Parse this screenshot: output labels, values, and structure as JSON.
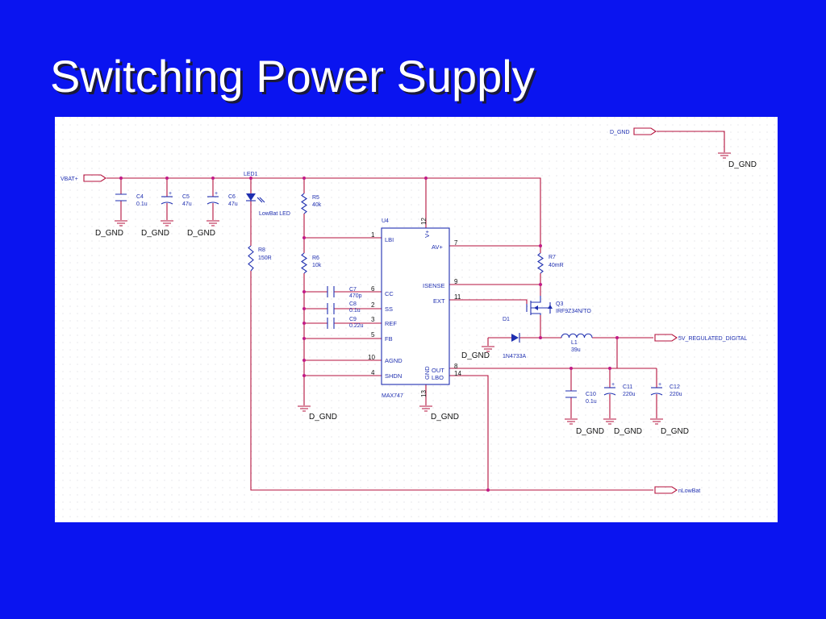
{
  "slide": {
    "title": "Switching Power Supply"
  },
  "schematic": {
    "ports": {
      "vbat": "VBAT+",
      "dgnd_top": "D_GND",
      "out_5v": "5V_REGULATED_DIGITAL",
      "nlowbat": "nLowBat"
    },
    "ground_label": "D_GND",
    "led": {
      "ref": "LED1",
      "name": "LowBat LED"
    },
    "ic": {
      "ref": "U4",
      "part": "MAX747",
      "pins": {
        "lbi": "LBI",
        "avp": "AV+",
        "isense": "ISENSE",
        "ext": "EXT",
        "cc": "CC",
        "ss": "SS",
        "ref": "REF",
        "fb": "FB",
        "agnd": "AGND",
        "shdn": "SHDN",
        "out": "OUT",
        "lbo": "LBO",
        "gnd": "GND",
        "vp": "V+"
      },
      "pin_numbers": {
        "lbi": "1",
        "vp": "12",
        "avp": "7",
        "isense": "9",
        "ext": "11",
        "cc": "6",
        "ss": "2",
        "ref": "3",
        "fb": "5",
        "agnd": "10",
        "shdn": "4",
        "out": "8",
        "lbo": "14",
        "gnd": "13"
      }
    },
    "components": {
      "c4": {
        "ref": "C4",
        "value": "0.1u"
      },
      "c5": {
        "ref": "C5",
        "value": "47u"
      },
      "c6": {
        "ref": "C6",
        "value": "47u"
      },
      "r5": {
        "ref": "R5",
        "value": "40k"
      },
      "r6": {
        "ref": "R6",
        "value": "10k"
      },
      "r8": {
        "ref": "R8",
        "value": "150R"
      },
      "c7": {
        "ref": "C7",
        "value": "470p"
      },
      "c8": {
        "ref": "C8",
        "value": "0.1u"
      },
      "c9": {
        "ref": "C9",
        "value": "0.22u"
      },
      "r7": {
        "ref": "R7",
        "value": "40mR"
      },
      "q3": {
        "ref": "Q3",
        "value": "IRF9Z34N/TO"
      },
      "d1": {
        "ref": "D1",
        "value": "1N4733A"
      },
      "l1": {
        "ref": "L1",
        "value": "39u"
      },
      "c10": {
        "ref": "C10",
        "value": "0.1u"
      },
      "c11": {
        "ref": "C11",
        "value": "220u"
      },
      "c12": {
        "ref": "C12",
        "value": "220u"
      }
    }
  }
}
